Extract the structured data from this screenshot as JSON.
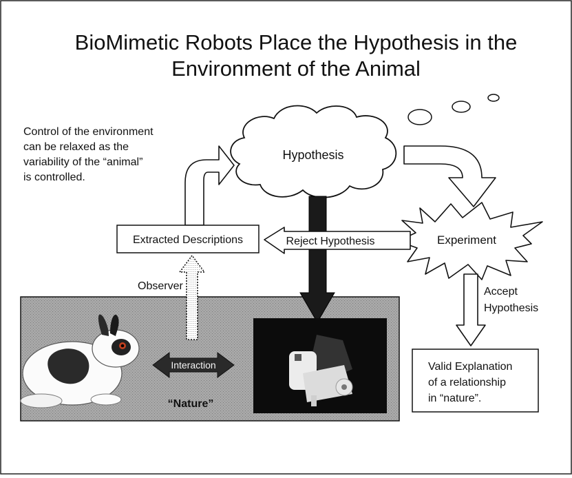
{
  "title": {
    "line1": "BioMimetic Robots Place the Hypothesis in the",
    "line2": "Environment of the Animal"
  },
  "note": {
    "lines": [
      "Control of the environment",
      "can be relaxed as the",
      "variability of the “animal”",
      "is controlled."
    ]
  },
  "nodes": {
    "hypothesis": "Hypothesis",
    "experiment": "Experiment",
    "extracted": "Extracted Descriptions",
    "valid_lines": [
      "Valid Explanation",
      "of a relationship",
      "in “nature”."
    ]
  },
  "arrows": {
    "reject": "Reject Hypothesis",
    "observer": "Observer",
    "accept_lines": [
      "Accept",
      "Hypothesis"
    ],
    "interaction": "Interaction"
  },
  "nature": {
    "label": "“Nature”"
  },
  "icons": {
    "rabbit": "rabbit-icon",
    "robot": "robot-photo",
    "thought_bubbles": "thought-bubble-icon"
  },
  "colors": {
    "ink": "#111111",
    "nature_panel": "#9a9a9a",
    "robot_panel": "#0c0c0c",
    "dark_arrow": "#1a1a1a"
  }
}
